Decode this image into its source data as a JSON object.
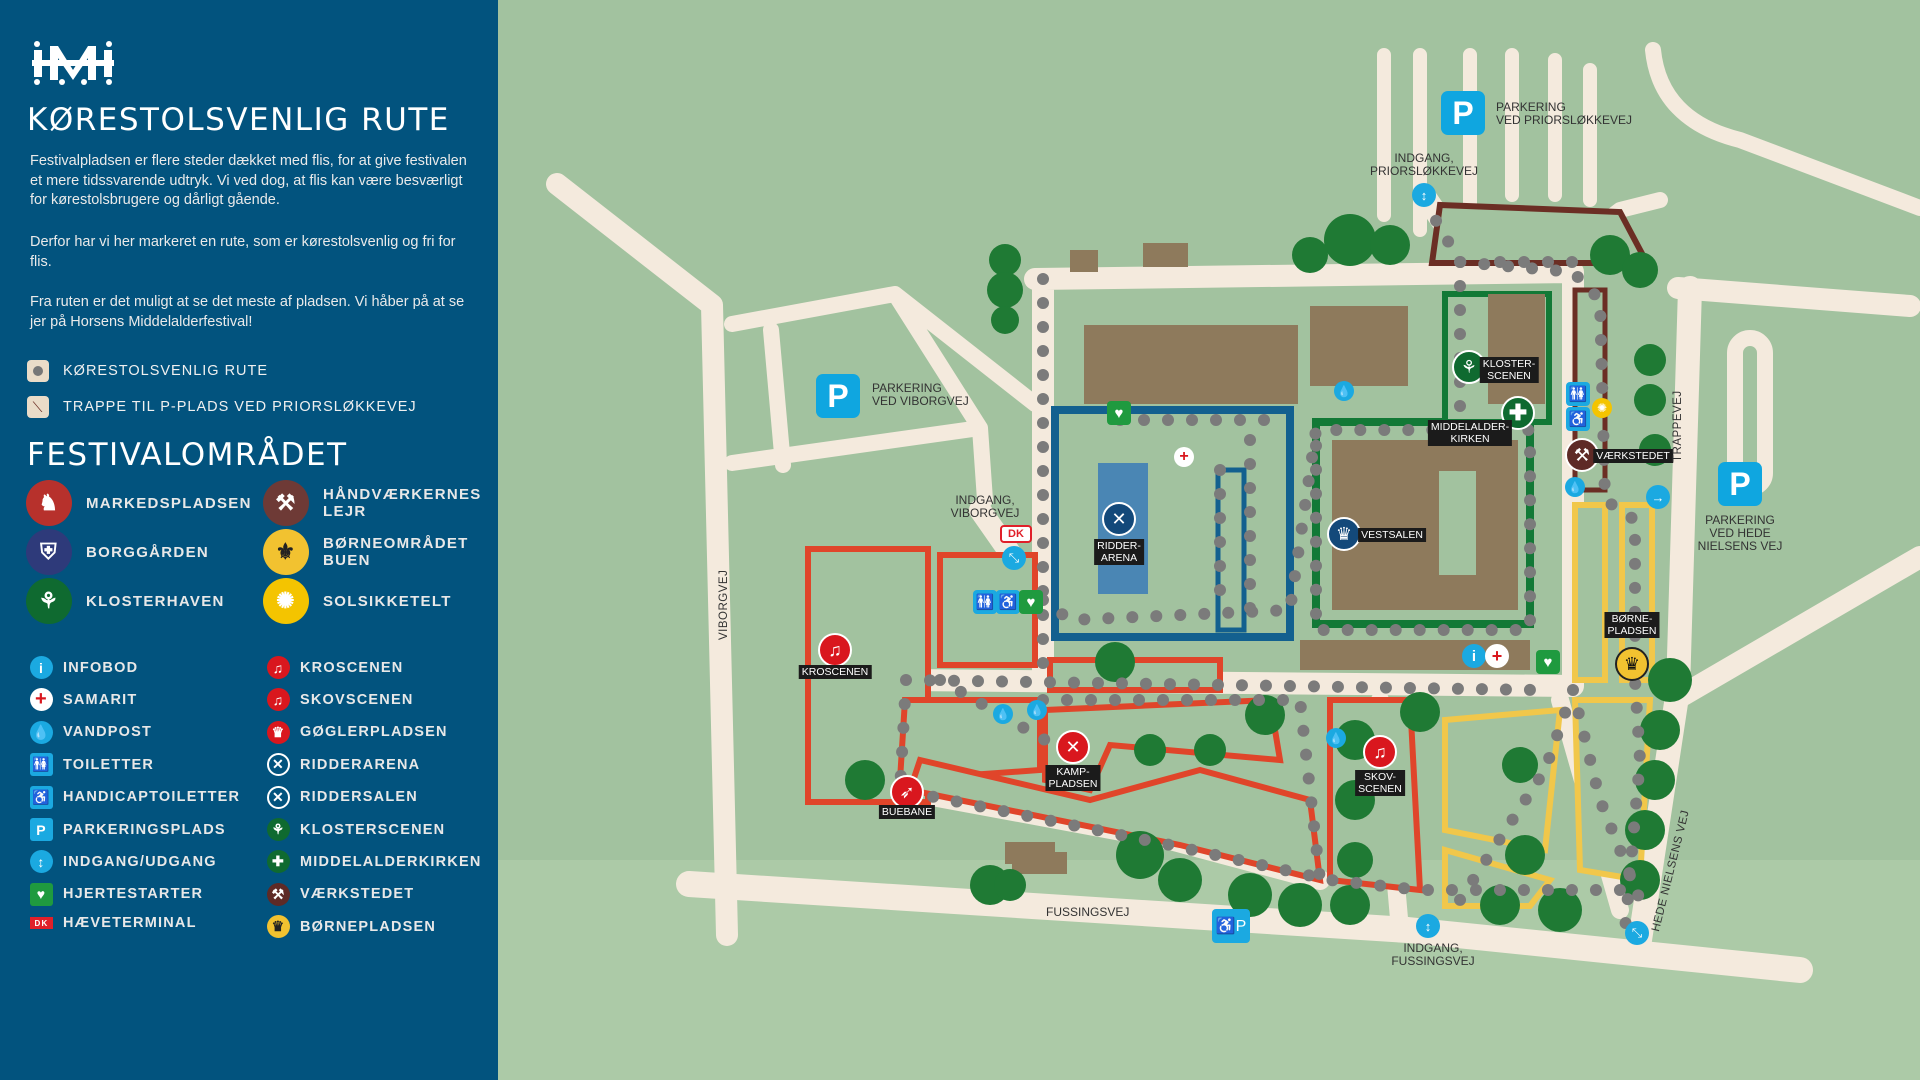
{
  "sidebar": {
    "logo_text": "HMF",
    "title": "KØRESTOLSVENLIG RUTE",
    "paragraphs": [
      "Festivalpladsen er flere steder dækket med flis, for at give festivalen et mere tidssvarende udtryk. Vi ved dog, at flis kan være besværligt for kørestolsbrugere og dårligt gående.",
      "Derfor har vi her markeret en rute, som er kørestolsvenlig og fri for flis.",
      "Fra ruten er det muligt at se det meste af pladsen. Vi håber på at se jer på Horsens Middelalderfestival!"
    ],
    "route_legend": [
      {
        "label": "KØRESTOLSVENLIG RUTE",
        "icon": "route-dot-icon"
      },
      {
        "label": "TRAPPE TIL P-PLADS VED PRIORSLØKKEVEJ",
        "icon": "stairs-icon"
      }
    ],
    "area_title": "FESTIVALOMRÅDET",
    "areas": [
      {
        "label": "MARKEDSPLADSEN",
        "icon": "horse-crest-icon",
        "color": "#b7312c"
      },
      {
        "label": "HÅNDVÆRKERNES LEJR",
        "icon": "tools-icon",
        "color": "#6e3a36"
      },
      {
        "label": "BORGGÅRDEN",
        "icon": "helmet-icon",
        "color": "#2e3a7a"
      },
      {
        "label": "BØRNEOMRÅDET BUEN",
        "icon": "lily-shield-icon",
        "color": "#f2c230"
      },
      {
        "label": "KLOSTERHAVEN",
        "icon": "plant-icon",
        "color": "#0f6a30"
      },
      {
        "label": "SOLSIKKETELT",
        "icon": "sunflower-icon",
        "color": "#f4c400"
      }
    ],
    "facilities": [
      {
        "label": "INFOBOD",
        "icon": "info-icon",
        "color": "#1ba9e1"
      },
      {
        "label": "KROSCENEN",
        "icon": "music-note-icon",
        "color": "#d9171e"
      },
      {
        "label": "SAMARIT",
        "icon": "red-cross-icon",
        "color": "#ffffff"
      },
      {
        "label": "SKOVSCENEN",
        "icon": "music-note-icon",
        "color": "#d9171e"
      },
      {
        "label": "VANDPOST",
        "icon": "water-drop-icon",
        "color": "#1ba9e1"
      },
      {
        "label": "GØGLERPLADSEN",
        "icon": "jester-crown-icon",
        "color": "#d9171e"
      },
      {
        "label": "TOILETTER",
        "icon": "toilet-icon",
        "color": "#1ba9e1"
      },
      {
        "label": "RIDDERARENA",
        "icon": "crossed-swords-icon",
        "color": "#02537e"
      },
      {
        "label": "HANDICAPTOILETTER",
        "icon": "wheelchair-icon",
        "color": "#1ba9e1"
      },
      {
        "label": "RIDDERSALEN",
        "icon": "crossed-swords-icon",
        "color": "#02537e"
      },
      {
        "label": "PARKERINGSPLADS",
        "icon": "parking-icon",
        "color": "#1ba9e1"
      },
      {
        "label": "KLOSTERSCENEN",
        "icon": "plant-icon",
        "color": "#0f6a30"
      },
      {
        "label": "INDGANG/UDGANG",
        "icon": "entrance-arrow-icon",
        "color": "#1ba9e1"
      },
      {
        "label": "MIDDELALDERKIRKEN",
        "icon": "cross-icon",
        "color": "#0f6a30"
      },
      {
        "label": "HJERTESTARTER",
        "icon": "heart-defibrillator-icon",
        "color": "#1f9a3f"
      },
      {
        "label": "VÆRKSTEDET",
        "icon": "tools-icon",
        "color": "#5e2a26"
      },
      {
        "label": "HÆVETERMINAL",
        "icon": "dankort-icon",
        "color": "#e0202a"
      },
      {
        "label": "BØRNEPLADSEN",
        "icon": "crown-icon",
        "color": "#f2c230"
      }
    ]
  },
  "map": {
    "parking_priors": "PARKERING\nVED PRIORSLØKKEVEJ",
    "entrance_priors": "INDGANG,\nPRIORSLØKKEVEJ",
    "parking_viborg": "PARKERING\nVED VIBORGVEJ",
    "entrance_viborg": "INDGANG,\nVIBORGVEJ",
    "road_viborgvej": "VIBORGVEJ",
    "road_trappevej": "TRAPPEVEJ",
    "road_fussingsvej": "FUSSINGSVEJ",
    "road_hede": "HEDE NIELSENS VEJ",
    "parking_hede": "PARKERING\nVED HEDE\nNIELSENS VEJ",
    "entrance_fussings": "INDGANG,\nFUSSINGSVEJ",
    "ridderarena": "RIDDER-\nARENA",
    "vestsalen": "VESTSALEN",
    "klosterscenen": "KLOSTER-\nSCENEN",
    "middelalderkirken": "MIDDELALDER-\nKIRKEN",
    "vaerkstedet": "VÆRKSTEDET",
    "kroscenen": "KROSCENEN",
    "kamppladsen": "KAMP-\nPLADSEN",
    "buebane": "BUEBANE",
    "skovscenen": "SKOV-\nSCENEN",
    "boernepladsen": "BØRNE-\nPLADSEN",
    "parking_letter": "P",
    "dankort": "DK",
    "colors": {
      "grass": "#a2c29f",
      "road": "#f4eadd",
      "route_dot": "#7b7b7b",
      "market": "#e0452a",
      "knights": "#13608f",
      "castle": "#127936",
      "children": "#f1c74a",
      "building": "#8e7a5c"
    }
  }
}
